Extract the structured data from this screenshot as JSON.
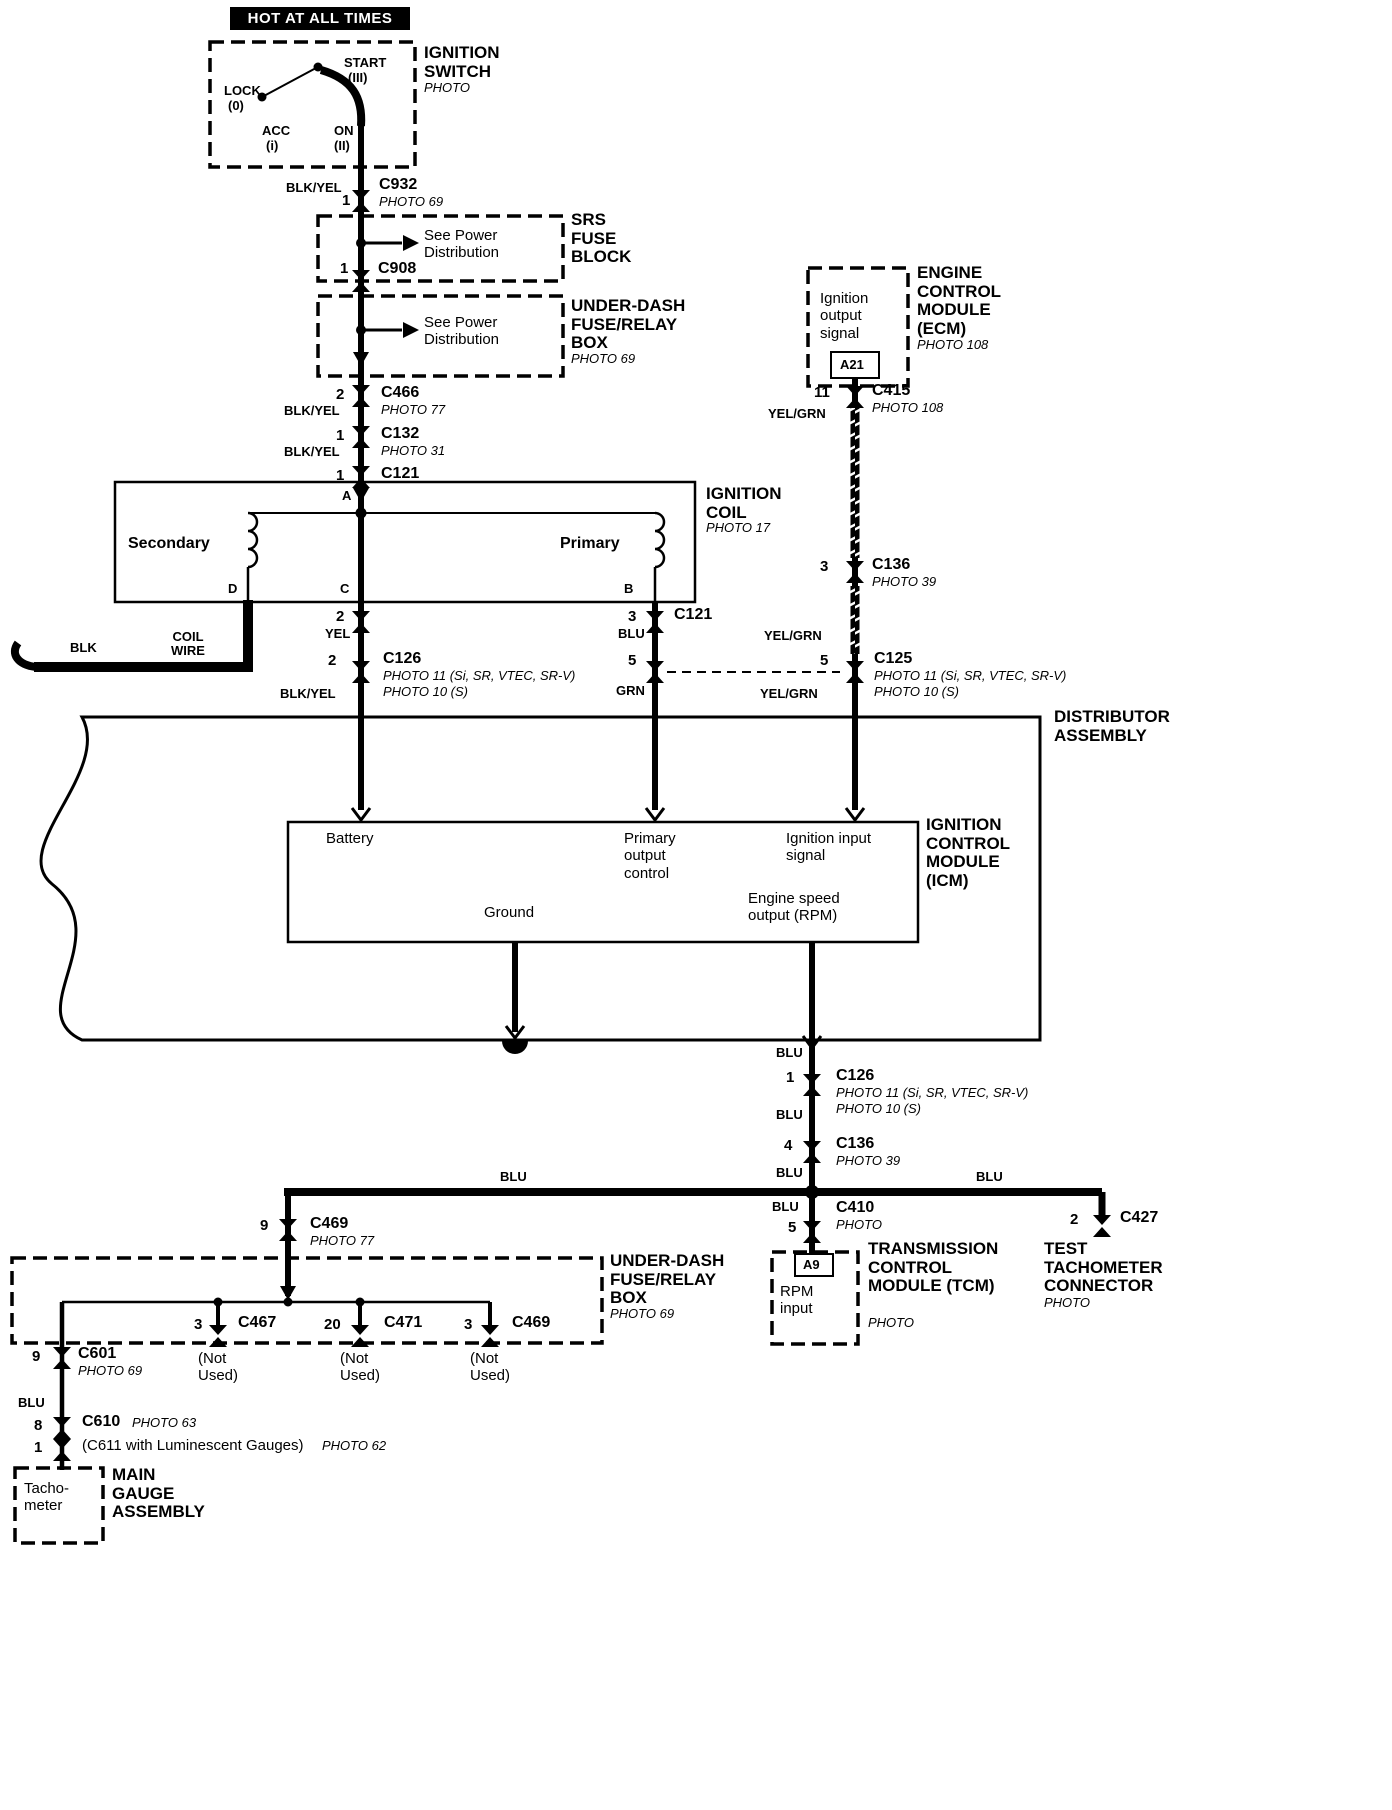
{
  "labels": {
    "hot": "HOT AT ALL TIMES",
    "see_power": "See Power Distribution",
    "not_used": "(Not Used)"
  },
  "wire_colors": {
    "blk_yel": "BLK/YEL",
    "yel_grn": "YEL/GRN",
    "blu": "BLU",
    "yel": "YEL",
    "grn": "GRN",
    "blk": "BLK",
    "coil_wire": "COIL WIRE"
  },
  "ignition_switch": {
    "title": "IGNITION SWITCH",
    "photo": "PHOTO",
    "positions": {
      "lock": "LOCK",
      "lock_num": "(0)",
      "acc": "ACC",
      "acc_num": "(i)",
      "start": "START",
      "start_num": "(III)",
      "on": "ON",
      "on_num": "(II)"
    }
  },
  "srs_fuse_block": {
    "title": "SRS FUSE BLOCK"
  },
  "under_dash_box": {
    "title": "UNDER-DASH FUSE/RELAY BOX",
    "photo": "PHOTO 69"
  },
  "ignition_coil": {
    "title": "IGNITION COIL",
    "photo": "PHOTO 17",
    "secondary": "Secondary",
    "primary": "Primary",
    "pin_a": "A",
    "pin_b": "B",
    "pin_c": "C",
    "pin_d": "D",
    "out_left_pin": "2",
    "out_right_pin": "3",
    "grn_pin": "5"
  },
  "ecm": {
    "title": "ENGINE CONTROL MODULE (ECM)",
    "photo": "PHOTO 108",
    "signal": "Ignition output signal",
    "pin": "A21"
  },
  "distributor": {
    "title": "DISTRIBUTOR ASSEMBLY"
  },
  "icm": {
    "title": "IGNITION CONTROL MODULE (ICM)",
    "battery": "Battery",
    "primary_output": "Primary output control",
    "ignition_input": "Ignition input signal",
    "ground": "Ground",
    "rpm_output": "Engine speed output (RPM)"
  },
  "tcm": {
    "title": "TRANSMISSION CONTROL MODULE (TCM)",
    "photo": "PHOTO",
    "pin": "A9",
    "rpm_input": "RPM input"
  },
  "test_tach": {
    "title": "TEST TACHOMETER CONNECTOR",
    "photo": "PHOTO"
  },
  "main_gauge": {
    "title": "MAIN GAUGE ASSEMBLY",
    "tach_line1": "Tacho-",
    "tach_line2": "meter"
  },
  "connectors": {
    "c932": {
      "pin": "1",
      "name": "C932",
      "photo": "PHOTO 69"
    },
    "c908": {
      "pin": "1",
      "name": "C908"
    },
    "c466": {
      "pin": "2",
      "name": "C466",
      "photo": "PHOTO 77"
    },
    "c132": {
      "pin": "1",
      "name": "C132",
      "photo": "PHOTO 31"
    },
    "c121_top": {
      "pin": "1",
      "name": "C121"
    },
    "c121_coil": {
      "name": "C121"
    },
    "c126_coil": {
      "pin": "2",
      "name": "C126",
      "photo1": "PHOTO 11 (Si, SR, VTEC, SR-V)",
      "photo2": "PHOTO 10 (S)"
    },
    "c125": {
      "pin": "5",
      "name": "C125",
      "photo1": "PHOTO 11 (Si, SR, VTEC, SR-V)",
      "photo2": "PHOTO 10 (S)"
    },
    "c415": {
      "pin": "11",
      "name": "C415",
      "photo": "PHOTO 108"
    },
    "c136_ecm": {
      "pin": "3",
      "name": "C136",
      "photo": "PHOTO 39"
    },
    "c126_rpm": {
      "pin": "1",
      "name": "C126",
      "photo1": "PHOTO 11 (Si, SR, VTEC, SR-V)",
      "photo2": "PHOTO 10 (S)"
    },
    "c136_rpm": {
      "pin": "4",
      "name": "C136",
      "photo": "PHOTO 39"
    },
    "c469": {
      "pin": "9",
      "name": "C469",
      "photo": "PHOTO 77"
    },
    "c467_nu": {
      "pin": "3",
      "name": "C467"
    },
    "c471_nu": {
      "pin": "20",
      "name": "C471"
    },
    "c469_nu": {
      "pin": "3",
      "name": "C469"
    },
    "c601": {
      "pin": "9",
      "name": "C601",
      "photo": "PHOTO 69"
    },
    "c610": {
      "pin_top": "8",
      "pin_bottom": "1",
      "name": "C610",
      "photo": "PHOTO 63",
      "alt": "(C611 with Luminescent Gauges)",
      "alt_photo": "PHOTO 62"
    },
    "c410": {
      "pin": "5",
      "name": "C410",
      "photo": "PHOTO"
    },
    "c427": {
      "pin": "2",
      "name": "C427"
    }
  }
}
